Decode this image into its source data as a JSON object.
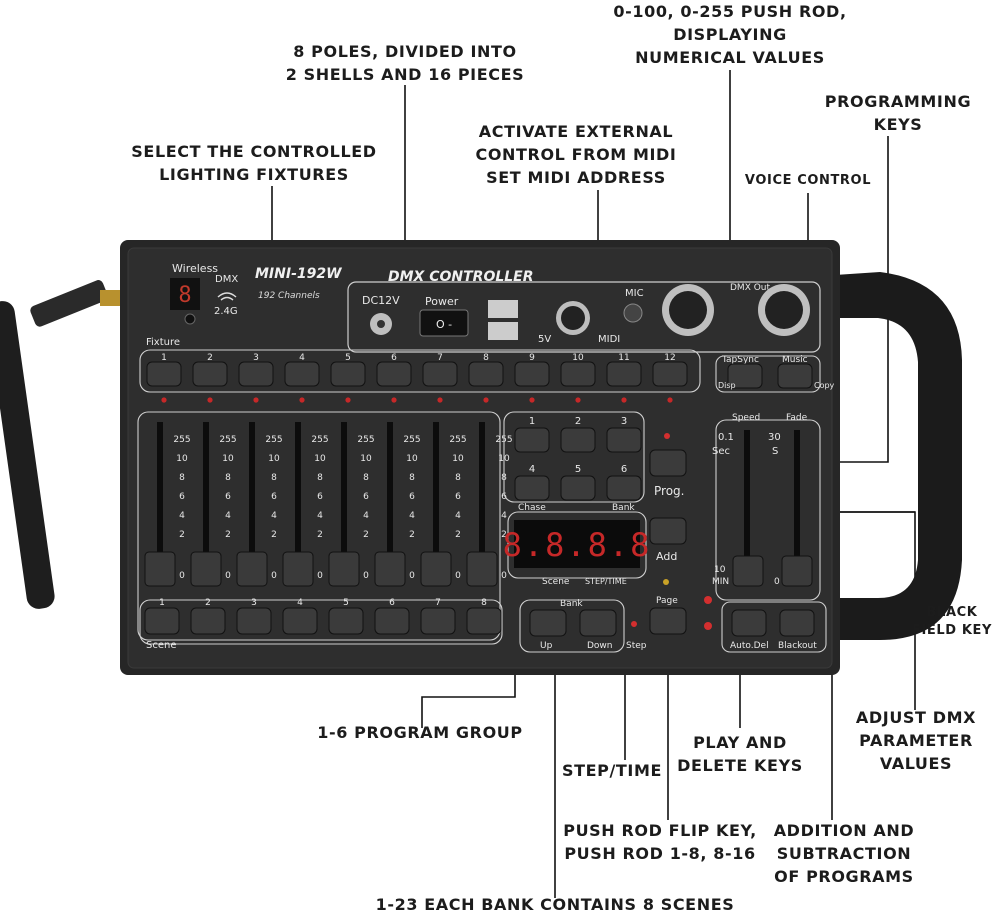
{
  "callouts": {
    "push_rod_values": [
      "0-100, 0-255 PUSH ROD,",
      "DISPLAYING",
      "NUMERICAL VALUES"
    ],
    "poles": [
      "8 POLES, DIVIDED INTO",
      "2 SHELLS AND 16 PIECES"
    ],
    "programming_keys": [
      "PROGRAMMING",
      "KEYS"
    ],
    "midi": [
      "ACTIVATE EXTERNAL",
      "CONTROL FROM MIDI",
      "SET MIDI ADDRESS"
    ],
    "select_fixtures": [
      "SELECT THE CONTROLLED",
      "LIGHTING FIXTURES"
    ],
    "voice_control": [
      "VOICE CONTROL"
    ],
    "black_field": [
      "BLACK",
      "FIELD KEY"
    ],
    "adjust_dmx": [
      "ADJUST DMX",
      "PARAMETER",
      "VALUES"
    ],
    "program_group": [
      "1-6 PROGRAM GROUP"
    ],
    "play_delete": [
      "PLAY AND",
      "DELETE KEYS"
    ],
    "step_time": [
      "STEP/TIME"
    ],
    "flip_key": [
      "PUSH ROD FLIP KEY,",
      "PUSH ROD 1-8, 8-16"
    ],
    "add_sub": [
      "ADDITION AND",
      "SUBTRACTION",
      "OF PROGRAMS"
    ],
    "bank_scenes": [
      "1-23 EACH BANK CONTAINS 8 SCENES"
    ]
  },
  "device": {
    "model": "MINI-192W",
    "title": "DMX CONTROLLER",
    "channels": "192 Channels",
    "wireless": "Wireless",
    "dmx": "DMX",
    "freq": "2.4G",
    "wireless_digit": "8",
    "dc": "DC12V",
    "power": "Power",
    "power_switch": "O  -",
    "usb_5v": "5V",
    "midi": "MIDI",
    "mic": "MIC",
    "dmx_out": "DMX Out",
    "fixture": "Fixture",
    "fixture_numbers": [
      "1",
      "2",
      "3",
      "4",
      "5",
      "6",
      "7",
      "8",
      "9",
      "10",
      "11",
      "12"
    ],
    "fader_scale": [
      "255",
      "10",
      "8",
      "6",
      "4",
      "2"
    ],
    "fader_zero": "0",
    "program_numbers": [
      "1",
      "2",
      "3",
      "4",
      "5",
      "6"
    ],
    "chase": "Chase",
    "bank_top": "Bank",
    "display": "8.8.8.8",
    "scene_lbl": "Scene",
    "step_time": "STEP/TIME",
    "prog": "Prog.",
    "add": "Add",
    "page": "Page",
    "bank": "Bank",
    "up": "Up",
    "down": "Down",
    "step": "Step",
    "tap_sync": "TapSync",
    "music": "Music",
    "disp": "Disp",
    "copy": "Copy",
    "speed": "Speed",
    "fade": "Fade",
    "speed_val": "0.1",
    "speed_unit": "Sec",
    "fade_val": "30",
    "fade_unit": "S",
    "speed_low": "10",
    "speed_low_unit": "MIN",
    "fade_low": "0",
    "auto_del": "Auto.Del",
    "blackout": "Blackout",
    "scene_numbers": [
      "1",
      "2",
      "3",
      "4",
      "5",
      "6",
      "7",
      "8"
    ],
    "scene_footer": "Scene"
  }
}
